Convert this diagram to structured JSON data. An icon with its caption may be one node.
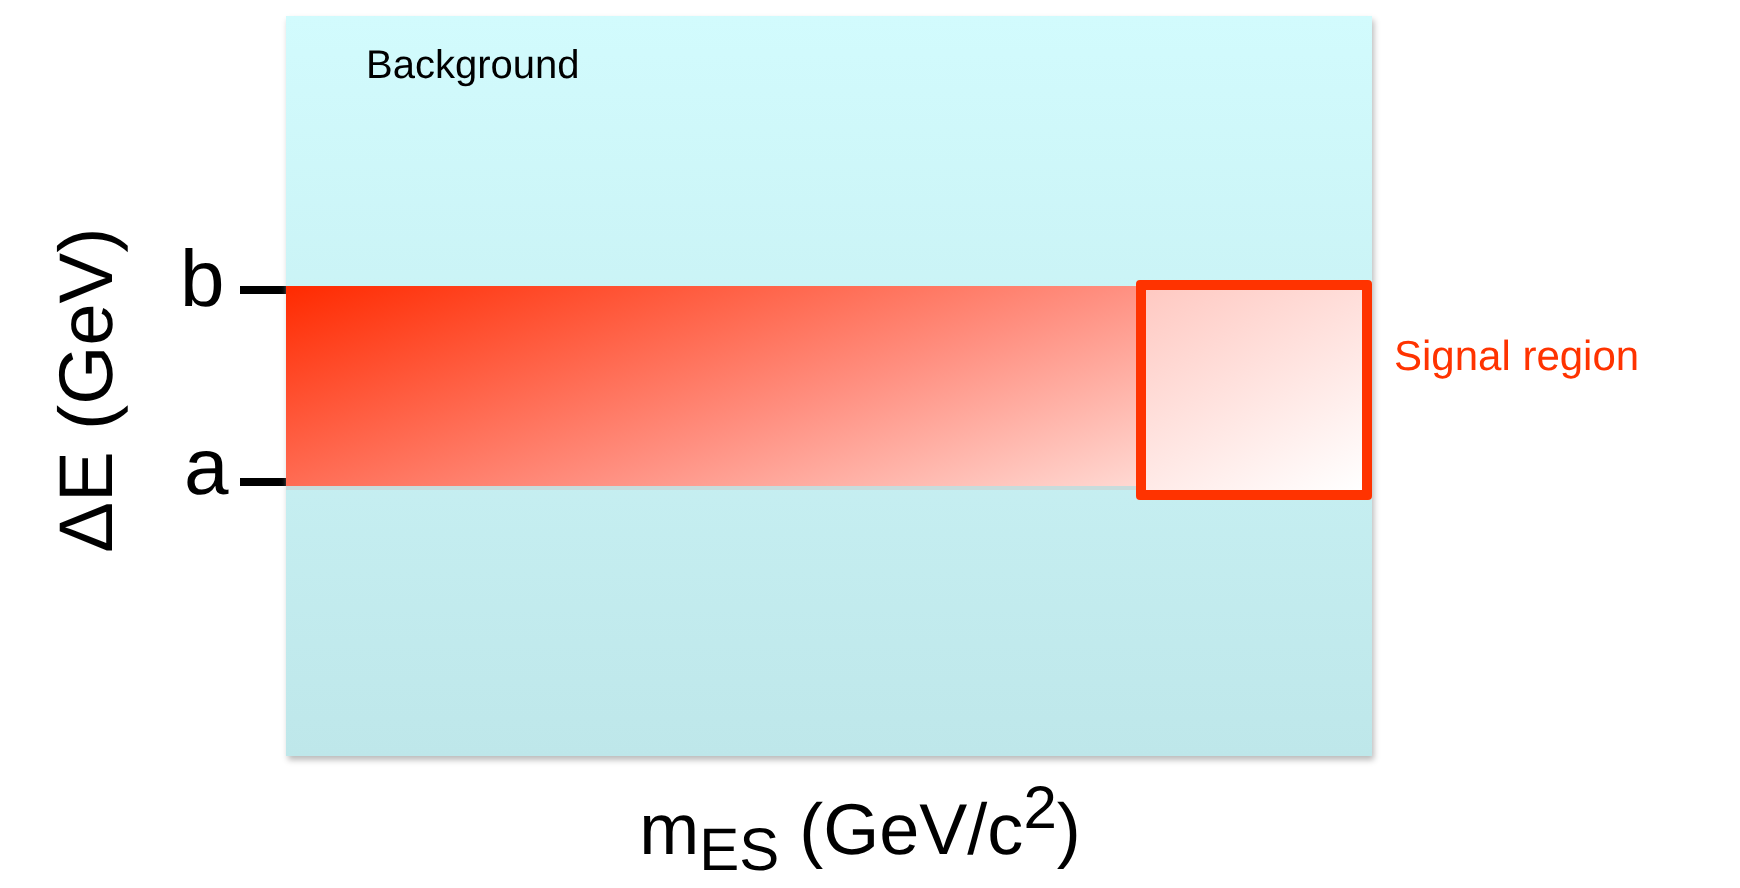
{
  "diagram": {
    "nodes": [
      {
        "text": [
          "Background"
        ]
      },
      {
        "text": [],
        "shape": "bar",
        "in": 0
      },
      {
        "text": [],
        "shape": "box",
        "beside": [
          "Signal region"
        ],
        "in": 0
      }
    ],
    "labels": [
      "b",
      "a",
      "ΔE (GeV)",
      "m$_{ES}$ (GeV/c$^{2}$)"
    ]
  }
}
